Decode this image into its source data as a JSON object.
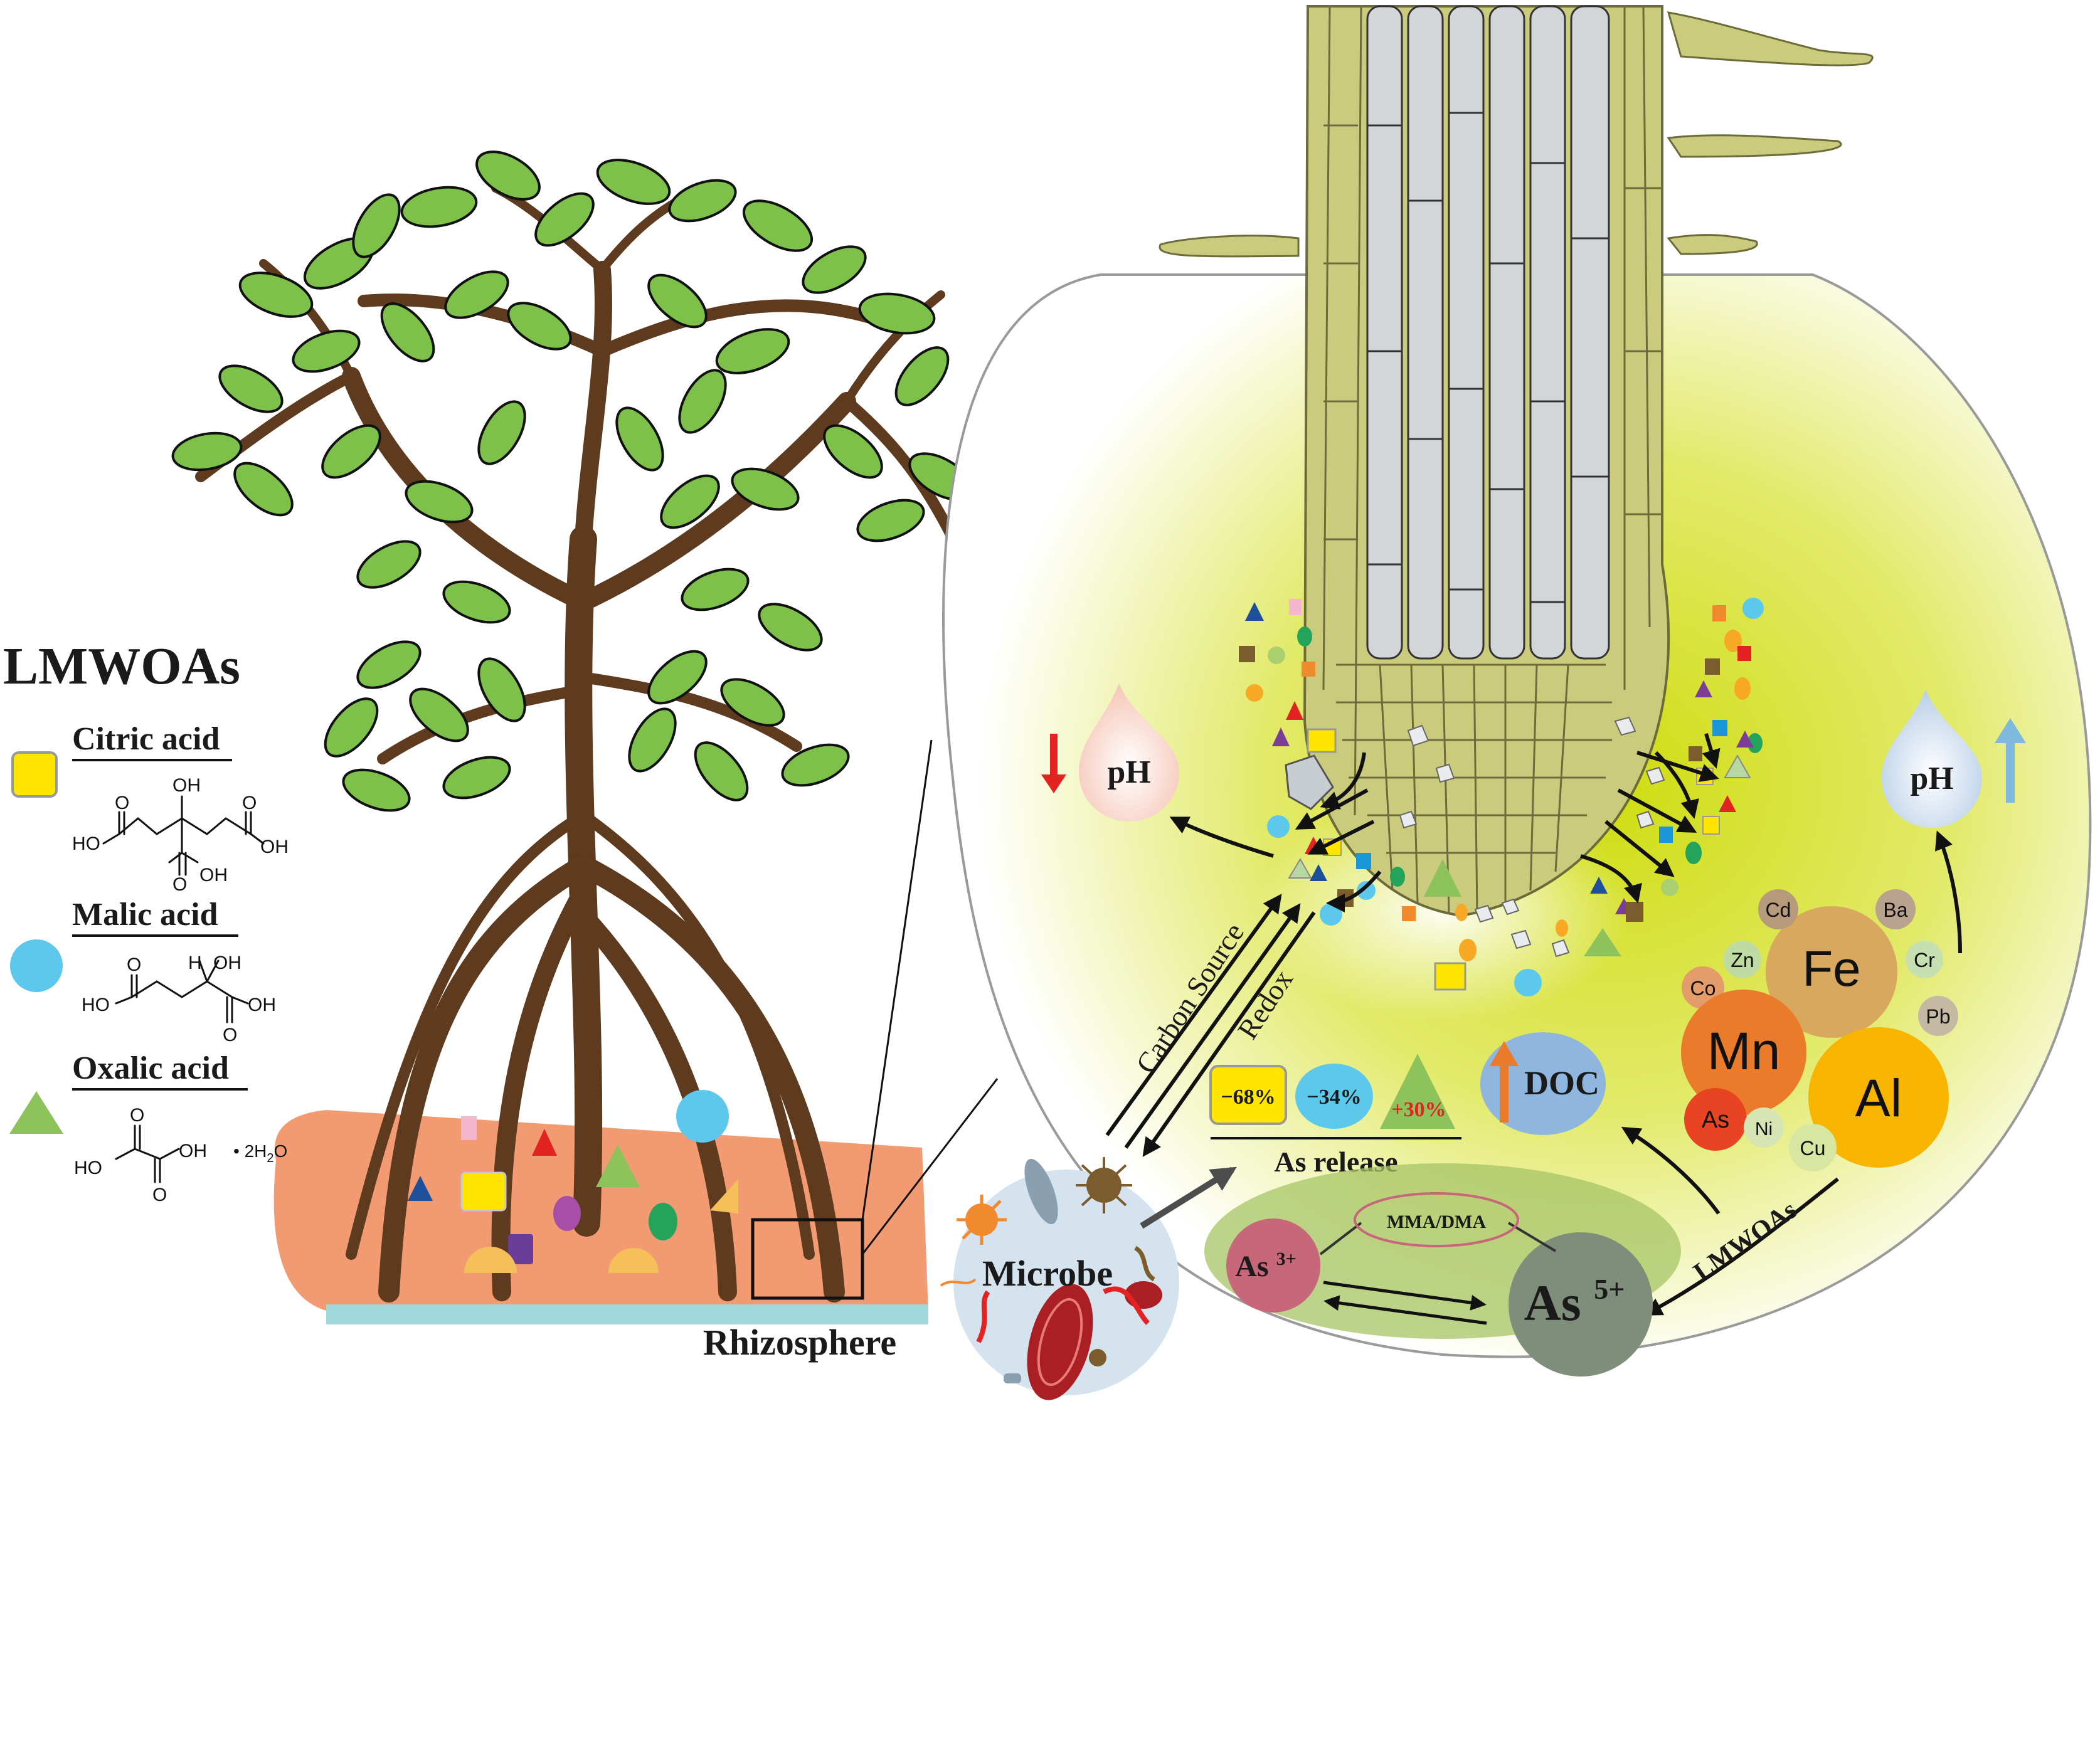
{
  "legend": {
    "title": "LMWOAs",
    "citric": {
      "name": "Citric acid",
      "atoms": {
        "oh_top": "OH",
        "ho_left": "HO",
        "o_left": "O",
        "o_right": "O",
        "oh_right": "OH",
        "o_bottom": "O",
        "oh_bottom": "OH"
      }
    },
    "malic": {
      "name": "Malic acid",
      "atoms": {
        "h": "H",
        "oh_top": "OH",
        "ho_left": "HO",
        "o_left": "O",
        "oh_right": "OH",
        "o_bottom": "O"
      }
    },
    "oxalic": {
      "name": "Oxalic acid",
      "atoms": {
        "ho_left": "HO",
        "o_top": "O",
        "oh_right": "OH",
        "o_bottom": "O",
        "hydrate": "• 2H",
        "hydrate_sub": "2",
        "hydrate_end": "O"
      }
    }
  },
  "labels": {
    "rhizosphere": "Rhizosphere",
    "microbe": "Microbe",
    "carbon_source": "Carbon Source",
    "redox": "Redox",
    "as_release": "As release",
    "doc": "DOC",
    "lmwoas_arrow": "LMWOAs",
    "ph_left": "pH",
    "ph_right": "pH",
    "mma_dma": "MMA/DMA",
    "as3": "As",
    "as3_charge": "3+",
    "as5": "As",
    "as5_charge": "5+"
  },
  "as_release_effects": [
    {
      "label": "−68%",
      "acid": "Citric acid"
    },
    {
      "label": "−34%",
      "acid": "Malic acid"
    },
    {
      "label": "+30%",
      "acid": "Oxalic acid"
    }
  ],
  "metals": {
    "fe": "Fe",
    "mn": "Mn",
    "al": "Al",
    "cd": "Cd",
    "ba": "Ba",
    "zn": "Zn",
    "cr": "Cr",
    "co": "Co",
    "pb": "Pb",
    "as": "As",
    "ni": "Ni",
    "cu": "Cu"
  },
  "colors": {
    "citric": "#FFE600",
    "malic": "#5BC8EC",
    "oxalic": "#8DC35A",
    "soil": "#F29B72",
    "rhizosphere_glow": "#D6E21C",
    "trunk": "#5E3A1E",
    "leaf": "#7DC04A",
    "root_cells": "#CBCB7E",
    "stele": "#D3D6D9",
    "ph_down": "#E32222",
    "ph_up": "#7FB9DE",
    "fe": "#D8A85E",
    "mn": "#E97B2A",
    "al": "#F7B500"
  }
}
